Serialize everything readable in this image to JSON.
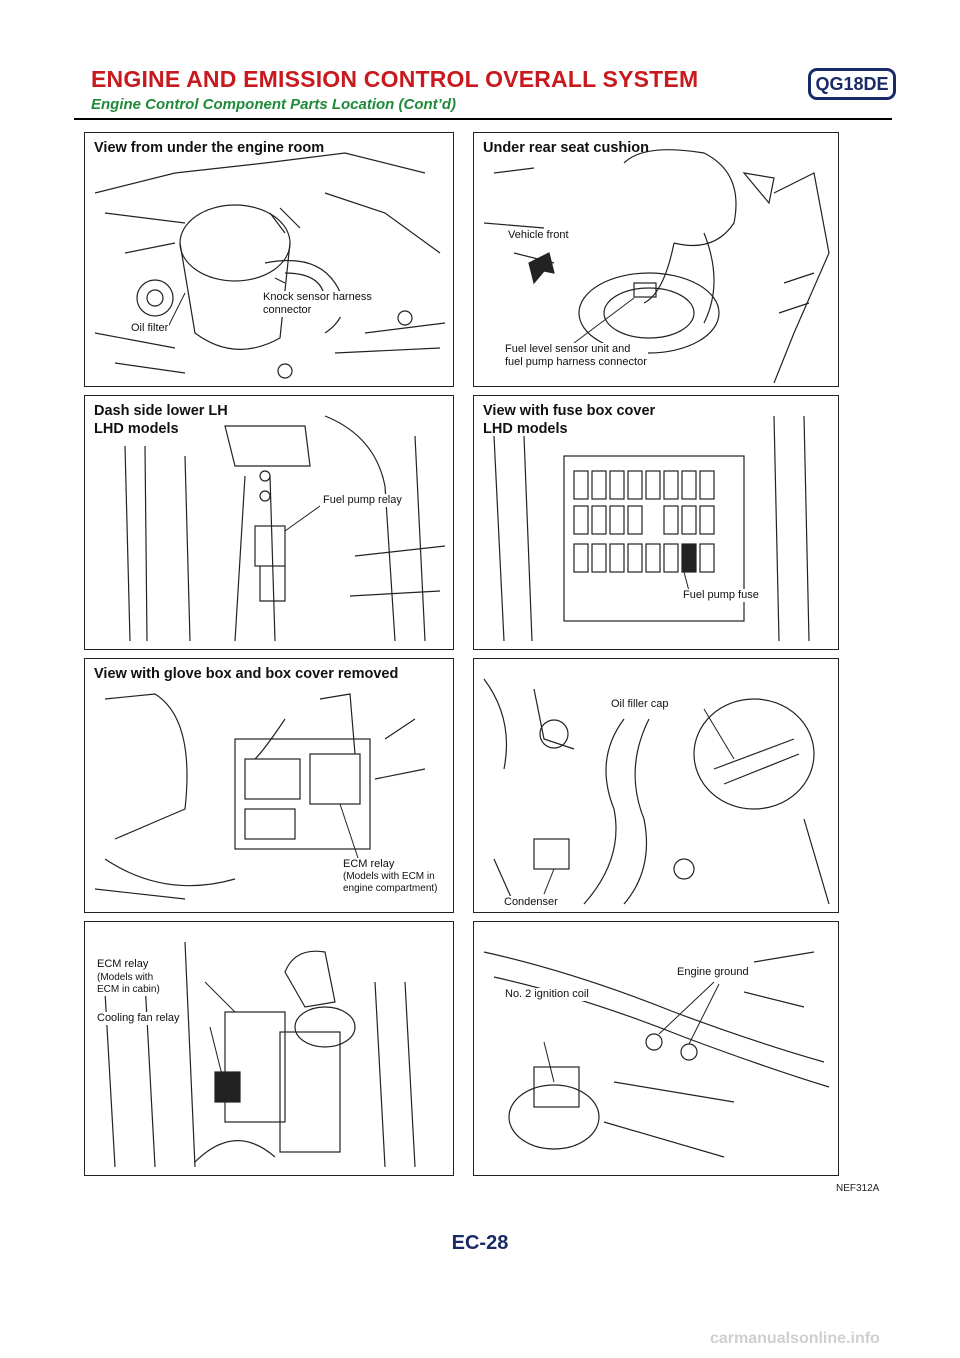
{
  "header": {
    "title": "ENGINE AND EMISSION CONTROL OVERALL SYSTEM",
    "subtitle": "Engine Control Component Parts Location (Cont’d)",
    "badge": "QG18DE"
  },
  "panels": [
    {
      "title": "View from under the engine room",
      "labels": [
        "Knock sensor harness\nconnector",
        "Oil filter"
      ]
    },
    {
      "title": "Under rear seat cushion",
      "labels": [
        "Vehicle front",
        "Fuel level sensor unit and\nfuel pump harness connector"
      ]
    },
    {
      "title": "Dash side lower LH\nLHD models",
      "labels": [
        "Fuel pump relay"
      ]
    },
    {
      "title": "View with fuse box cover\nLHD models",
      "labels": [
        "Fuel pump fuse"
      ]
    },
    {
      "title": "View with glove box and box cover removed",
      "labels": [
        "ECM relay",
        "(Models with ECM in\nengine compartment)"
      ]
    },
    {
      "title": "",
      "labels": [
        "Oil filler cap",
        "Condenser"
      ]
    },
    {
      "title": "",
      "labels": [
        "ECM relay",
        "(Models with\nECM in cabin)",
        "Cooling fan relay"
      ]
    },
    {
      "title": "",
      "labels": [
        "Engine ground",
        "No. 2 ignition coil"
      ]
    }
  ],
  "figure_code": "NEF312A",
  "page_number": "EC-28",
  "footer_url": "carmanualsonline.info"
}
